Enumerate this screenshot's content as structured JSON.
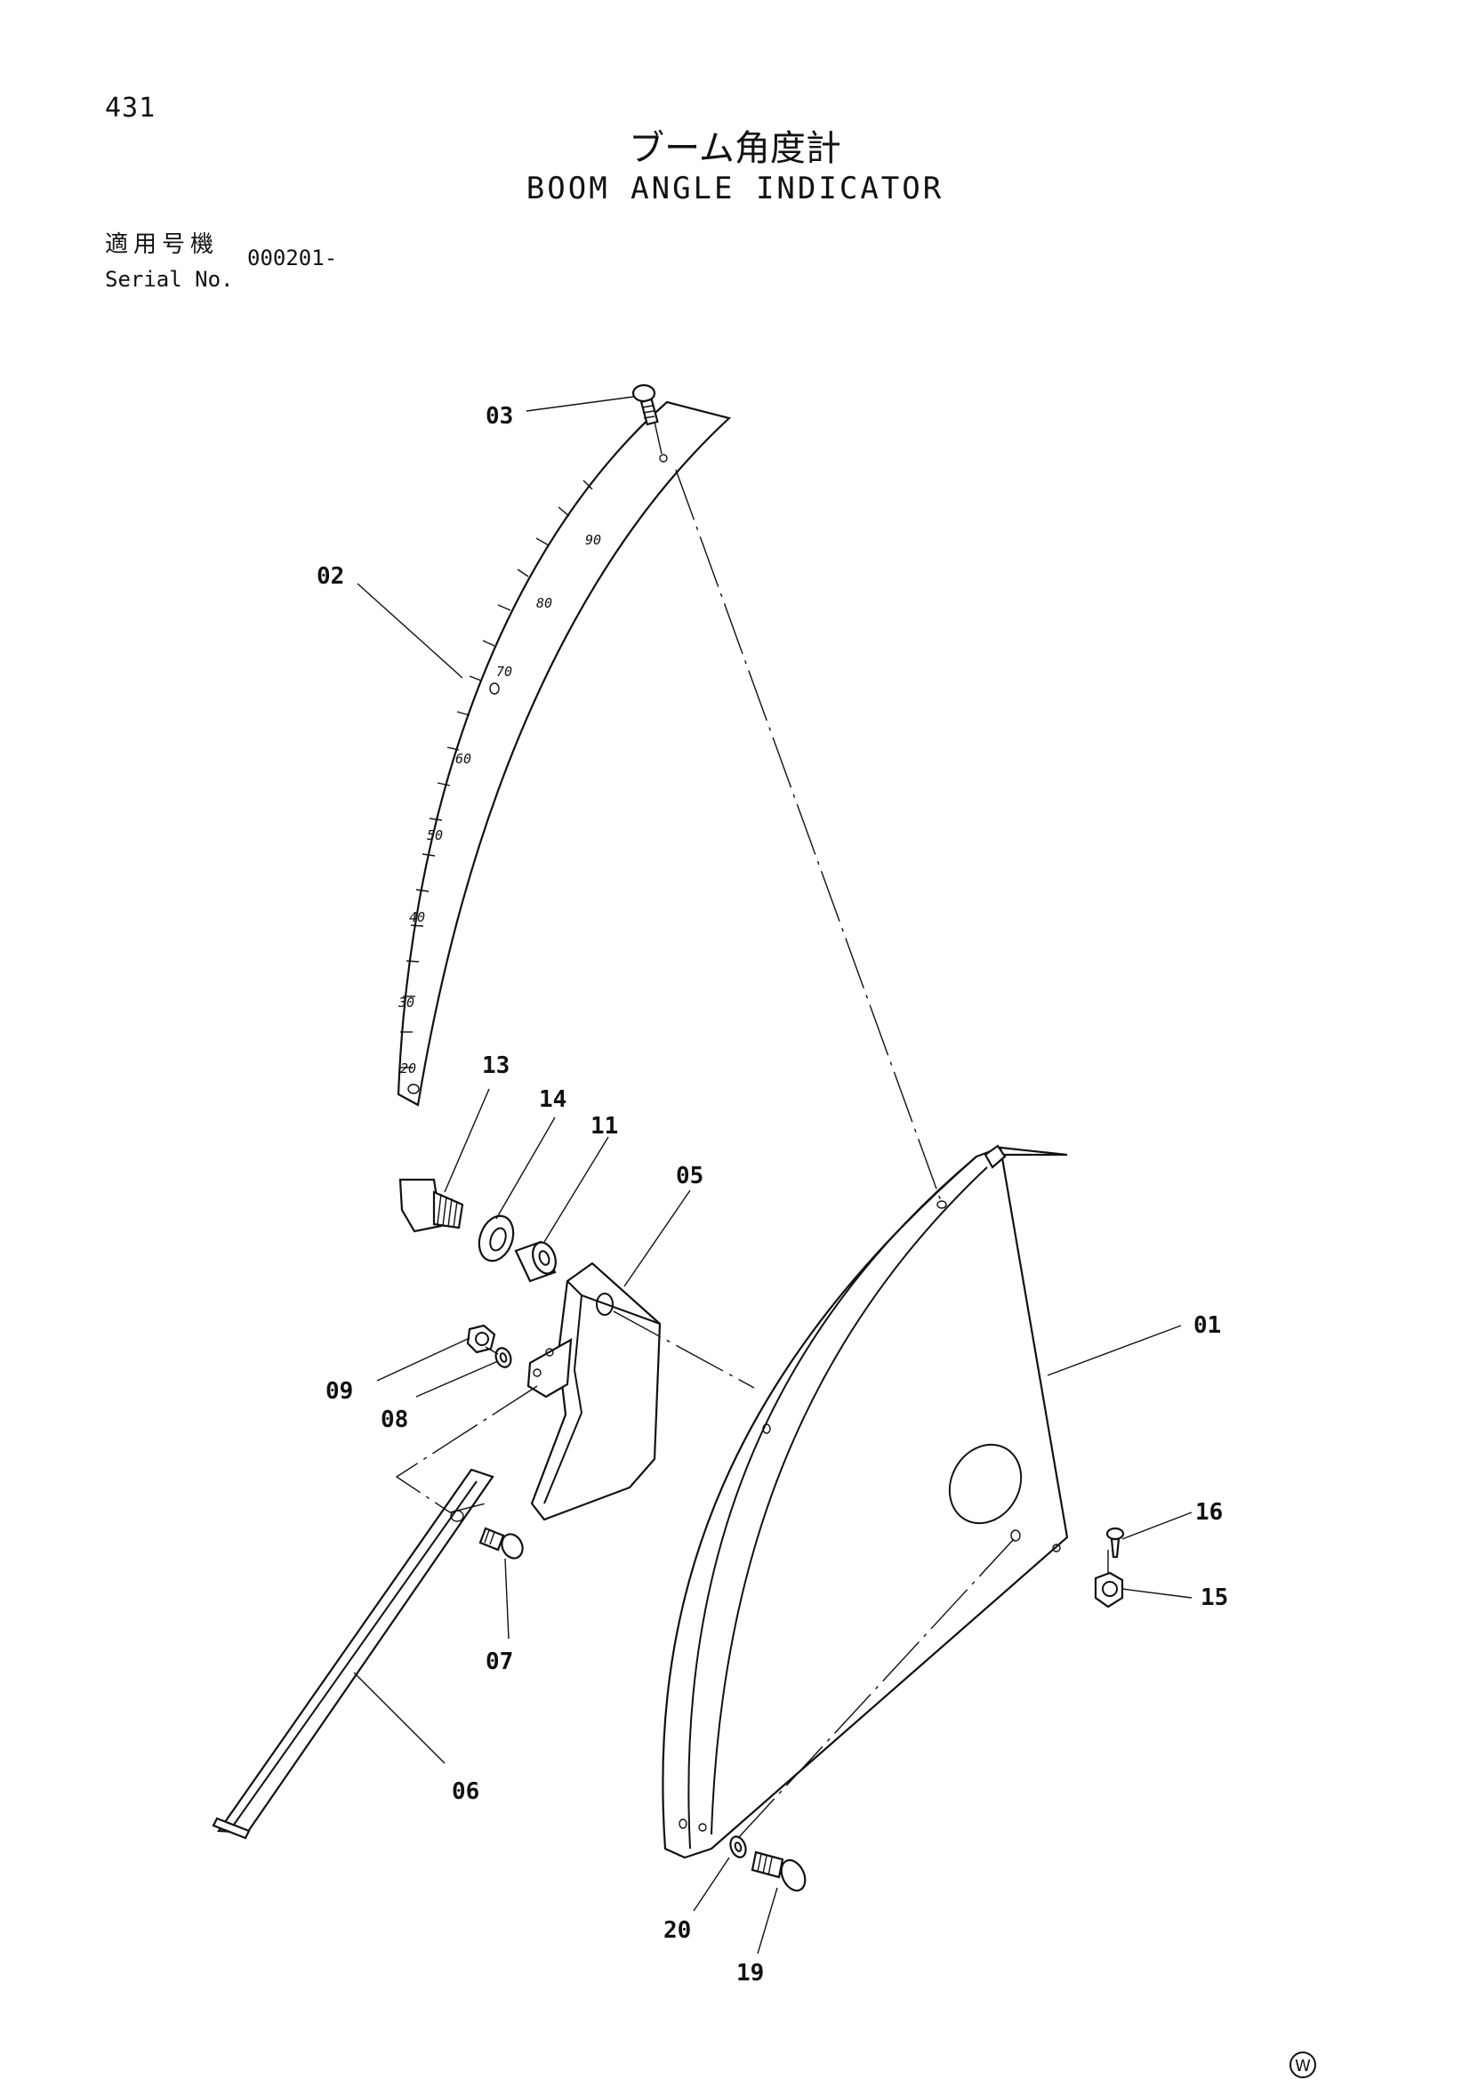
{
  "page_number": "431",
  "title_jp": "ブーム角度計",
  "title_en": "BOOM ANGLE INDICATOR",
  "serial_label_jp": "適用号機",
  "serial_label_en": "Serial No.",
  "serial_value": "000201-",
  "corner_mark": "W",
  "parts": {
    "p01": "01",
    "p02": "02",
    "p03": "03",
    "p05": "05",
    "p06": "06",
    "p07": "07",
    "p08": "08",
    "p09": "09",
    "p11": "11",
    "p13": "13",
    "p14": "14",
    "p15": "15",
    "p16": "16",
    "p19": "19",
    "p20": "20"
  },
  "scale_marks": {
    "s90": "90",
    "s80": "80",
    "s70": "70",
    "s60": "60",
    "s50": "50",
    "s40": "40",
    "s30": "30",
    "s20": "20"
  }
}
